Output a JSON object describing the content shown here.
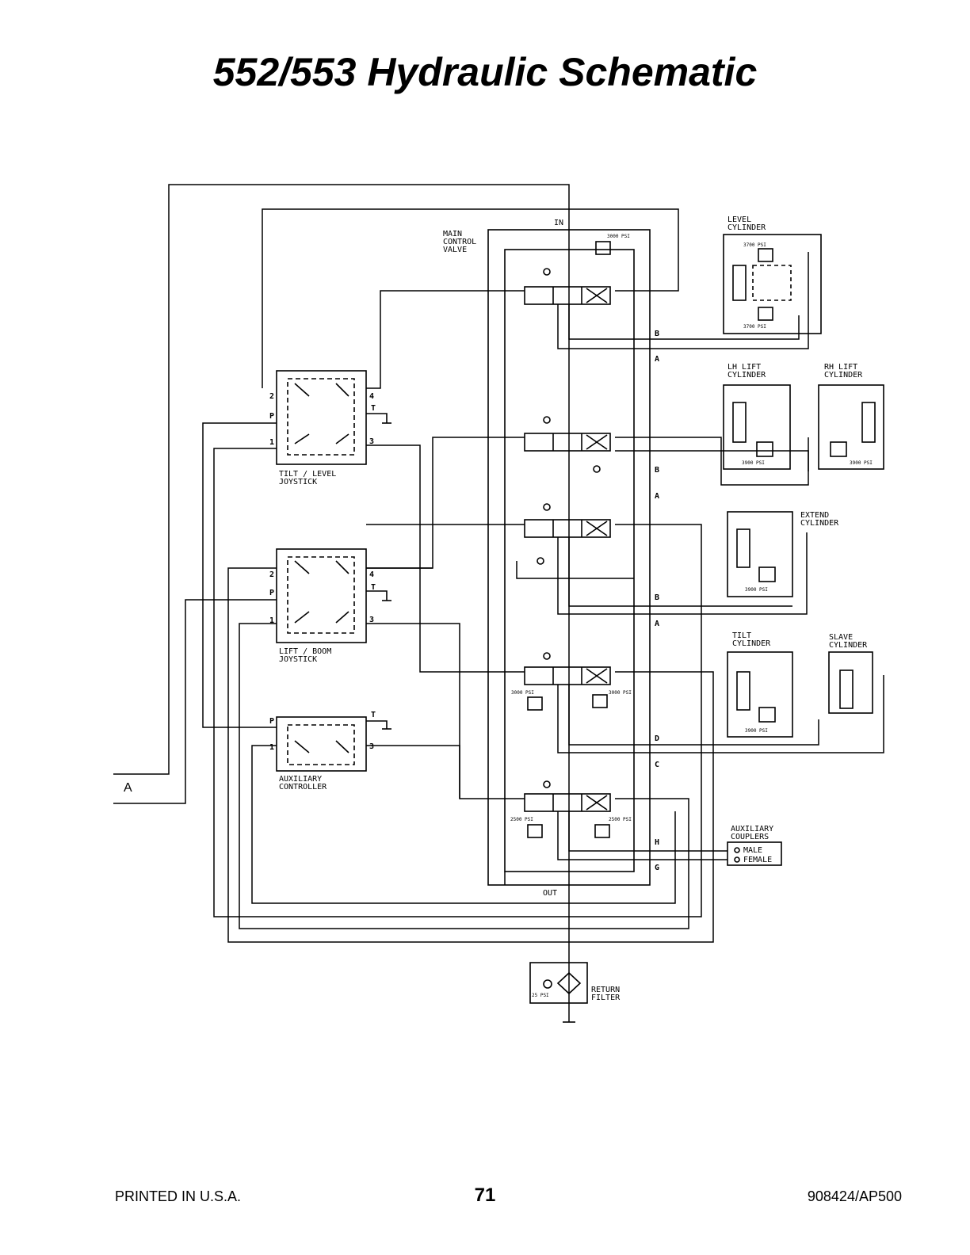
{
  "title": "552/553 Hydraulic Schematic",
  "footer": {
    "left": "PRINTED IN U.S.A.",
    "page": "71",
    "right": "908424/AP500"
  },
  "labels": {
    "in": "IN",
    "out": "OUT",
    "main_valve": [
      "MAIN",
      "CONTROL",
      "VALVE"
    ],
    "relief_main": "3000 PSI",
    "level_cyl": [
      "LEVEL",
      "CYLINDER"
    ],
    "lh_lift": [
      "LH LIFT",
      "CYLINDER"
    ],
    "rh_lift": [
      "RH LIFT",
      "CYLINDER"
    ],
    "extend": [
      "EXTEND",
      "CYLINDER"
    ],
    "tilt_cyl": [
      "TILT",
      "CYLINDER"
    ],
    "slave": [
      "SLAVE",
      "CYLINDER"
    ],
    "aux_couplers": [
      "AUXILIARY",
      "COUPLERS"
    ],
    "male": "MALE",
    "female": "FEMALE",
    "tilt_joy": [
      "TILT / LEVEL",
      "JOYSTICK"
    ],
    "lift_joy": [
      "LIFT / BOOM",
      "JOYSTICK"
    ],
    "aux_ctrl": [
      "AUXILIARY",
      "CONTROLLER"
    ],
    "return_filter": [
      "RETURN",
      "FILTER"
    ],
    "filter_psi": "25 PSI",
    "offpage": "A",
    "psi_3700": "3700 PSI",
    "psi_3900": "3900 PSI",
    "psi_3000": "3000 PSI",
    "psi_2500": "2500 PSI",
    "ports": [
      "B",
      "A",
      "B",
      "A",
      "B",
      "A",
      "D",
      "C",
      "H",
      "G"
    ],
    "joy_ports": [
      "2",
      "P",
      "1",
      "4",
      "T",
      "3"
    ],
    "aux_ports": [
      "P",
      "1",
      "T",
      "3"
    ]
  }
}
